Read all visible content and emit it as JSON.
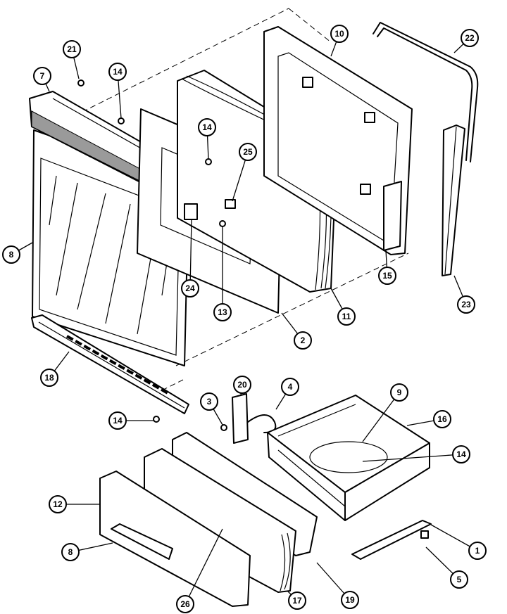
{
  "callouts": [
    {
      "label": "21"
    },
    {
      "label": "7"
    },
    {
      "label": "14"
    },
    {
      "label": "14"
    },
    {
      "label": "25"
    },
    {
      "label": "10"
    },
    {
      "label": "22"
    },
    {
      "label": "8"
    },
    {
      "label": "24"
    },
    {
      "label": "13"
    },
    {
      "label": "2"
    },
    {
      "label": "11"
    },
    {
      "label": "15"
    },
    {
      "label": "23"
    },
    {
      "label": "18"
    },
    {
      "label": "14"
    },
    {
      "label": "3"
    },
    {
      "label": "20"
    },
    {
      "label": "4"
    },
    {
      "label": "9"
    },
    {
      "label": "16"
    },
    {
      "label": "14"
    },
    {
      "label": "12"
    },
    {
      "label": "8"
    },
    {
      "label": "26"
    },
    {
      "label": "17"
    },
    {
      "label": "19"
    },
    {
      "label": "1"
    },
    {
      "label": "5"
    }
  ]
}
